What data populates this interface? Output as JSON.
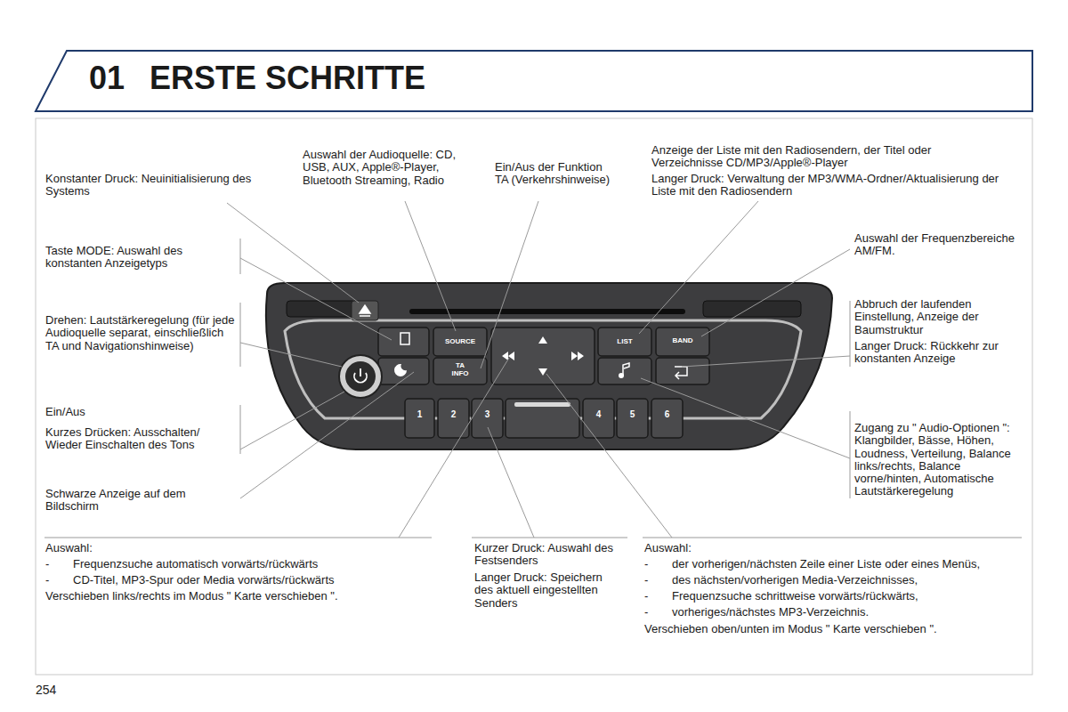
{
  "diagram": {
    "title": "ERSTE SCHRITTE",
    "labels": [
      "01",
      "Konstanter Druck: Neuinitialisierung des Systems",
      "Auswahl der Audioquelle: CD, USB, AUX, Apple®-Player, Bluetooth Streaming, Radio",
      "Ein/Aus der Funktion TA (Verkehrshinweise)",
      "Anzeige der Liste mit den Radiosendern, der Titel oder Verzeichnisse CD/MP3/Apple®-Player",
      "Langer Druck: Verwaltung der MP3/WMA-Ordner/Aktualisierung der Liste mit den Radiosendern",
      "Taste MODE: Auswahl des konstanten Anzeigetyps",
      "Auswahl der Frequenzbereiche AM/FM.",
      "Drehen: Lautstärkeregelung (für jede Audioquelle separat, einschließlich TA und Navigationshinweise)",
      "Abbruch der laufenden Einstellung, Anzeige der Baumstruktur",
      "Langer Druck: Rückkehr zur konstanten Anzeige",
      "Ein/Aus",
      "Kurzes Drücken: Ausschalten/ Wieder Einschalten des Tons",
      "Zugang zu \" Audio-Optionen \": Klangbilder, Bässe, Höhen, Loudness, Verteilung, Balance links/rechts, Balance vorne/hinten, Automatische Lautstärkeregelung",
      "Schwarze Anzeige auf dem Bildschirm",
      "Auswahl:",
      "-",
      "Frequenzsuche automatisch vorwärts/rückwärts",
      "-",
      "CD-Titel, MP3-Spur oder Media vorwärts/rückwärts",
      "Verschieben links/rechts im Modus \" Karte verschieben \".",
      "Kurzer Druck: Auswahl des Festsenders",
      "Langer Druck: Speichern des aktuell eingestellten Senders",
      "Auswahl:",
      "-",
      "der vorherigen/nächsten Zeile einer Liste oder eines Menüs,",
      "-",
      "des nächsten/vorherigen Media-Verzeichnisses,",
      "-",
      "Frequenzsuche schrittweise vorwärts/rückwärts,",
      "-",
      "vorheriges/nächstes MP3-Verzeichnis.",
      "Verschieben oben/unten im Modus \" Karte verschieben \".",
      "SOURCE",
      "TA",
      "INFO",
      "LIST",
      "BAND",
      "1",
      "2",
      "3",
      "4",
      "5",
      "6",
      "254"
    ]
  }
}
